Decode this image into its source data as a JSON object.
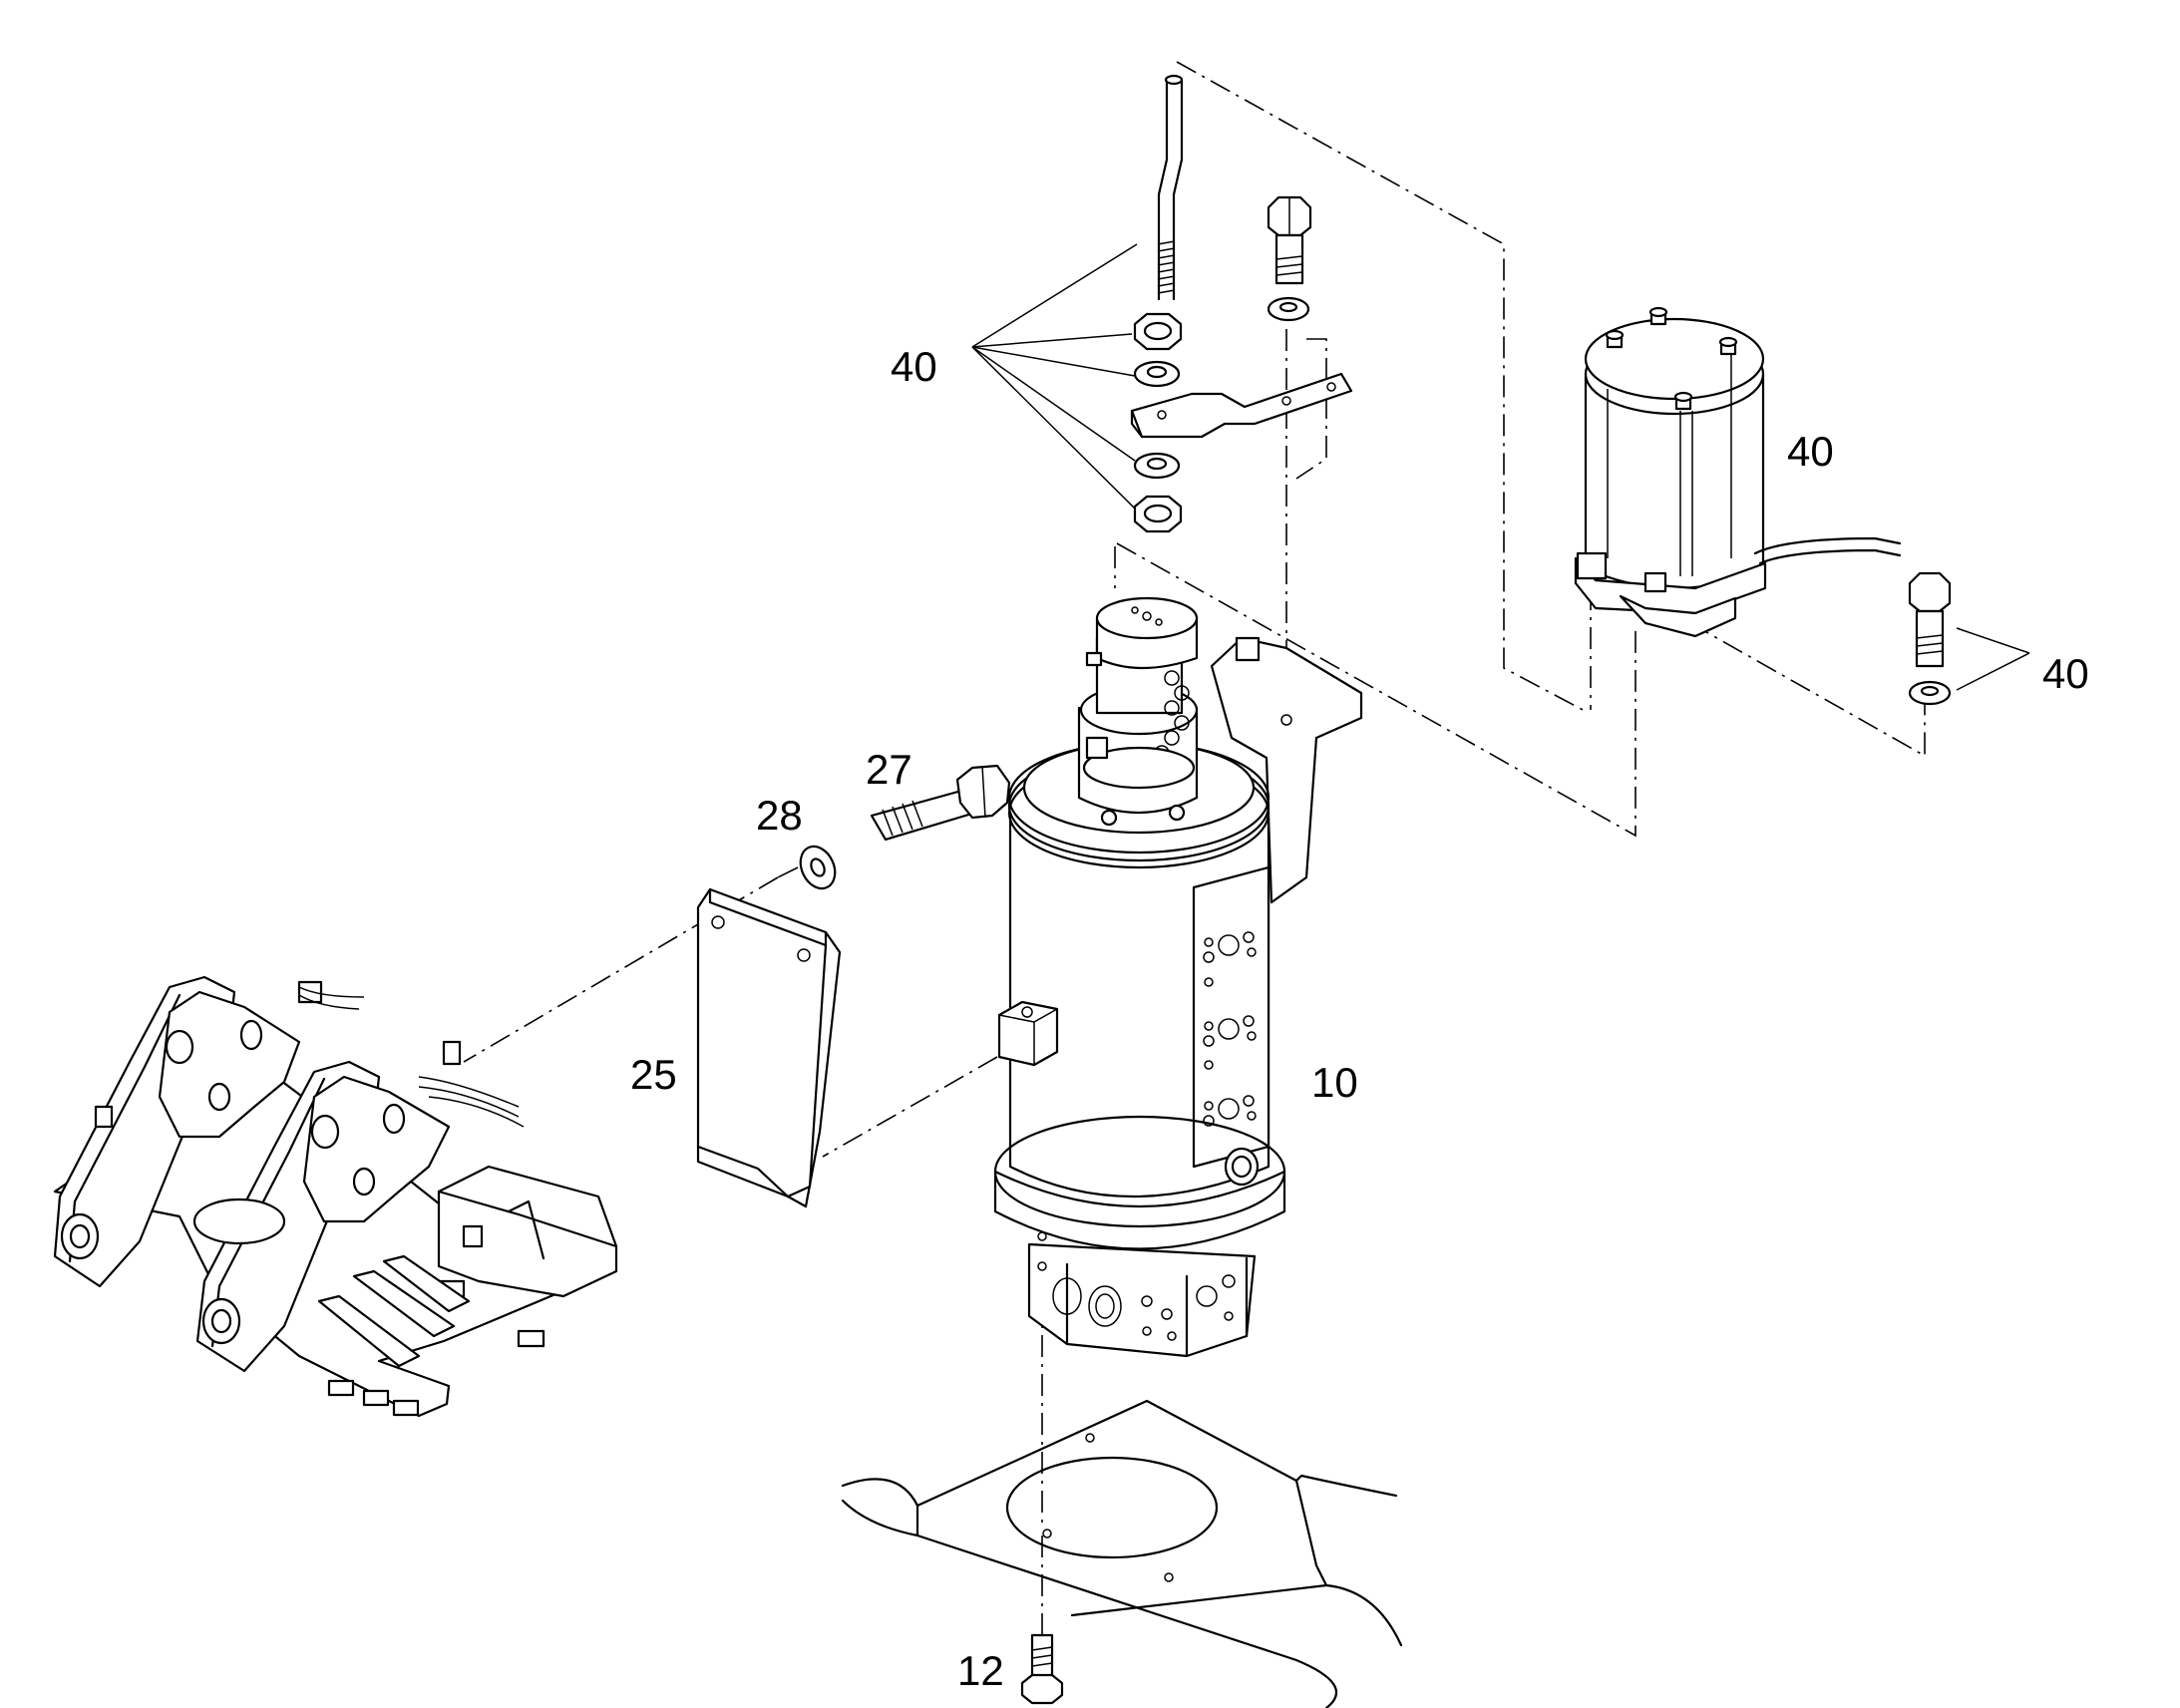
{
  "callouts": [
    {
      "id": "c40a",
      "text": "40"
    },
    {
      "id": "c40b",
      "text": "40"
    },
    {
      "id": "c40c",
      "text": "40"
    },
    {
      "id": "c27",
      "text": "27"
    },
    {
      "id": "c28",
      "text": "28"
    },
    {
      "id": "c25",
      "text": "25"
    },
    {
      "id": "c10",
      "text": "10"
    },
    {
      "id": "c12",
      "text": "12"
    }
  ]
}
